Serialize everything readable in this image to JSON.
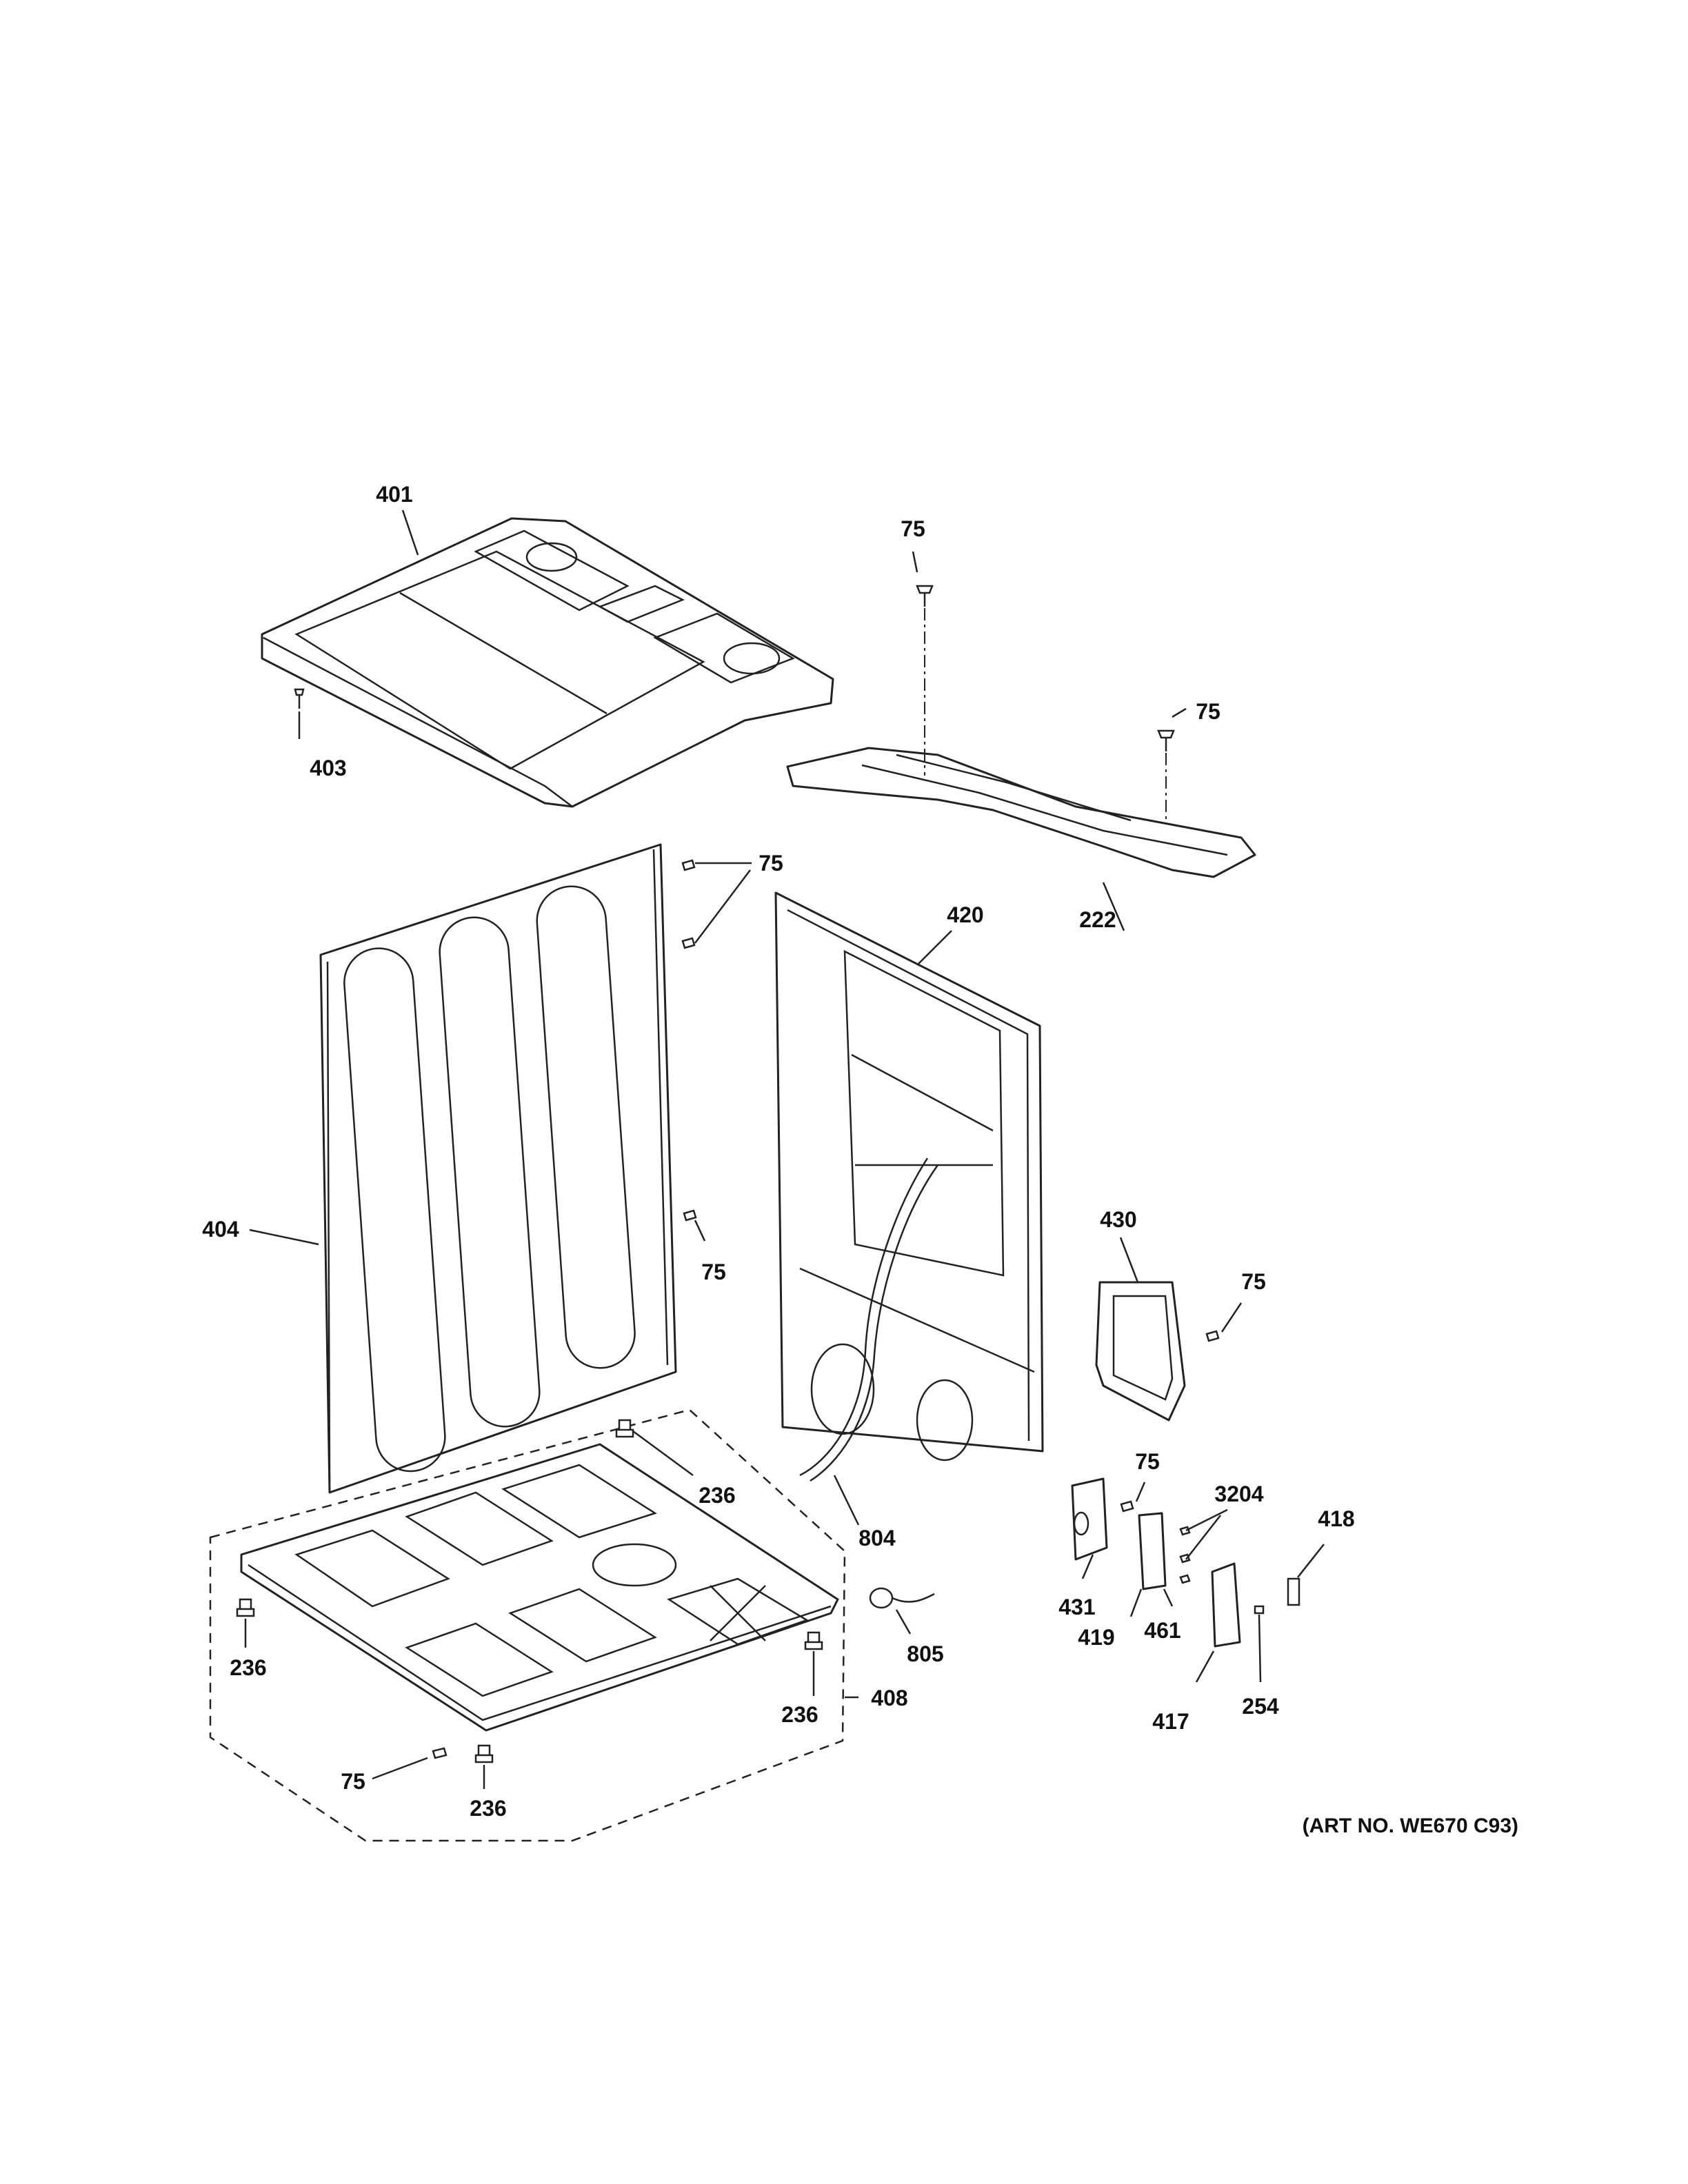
{
  "art_number": "(ART NO. WE670 C93)",
  "callouts": [
    {
      "id": "c-401",
      "text": "401"
    },
    {
      "id": "c-403",
      "text": "403"
    },
    {
      "id": "c-75-a",
      "text": "75"
    },
    {
      "id": "c-75-b",
      "text": "75"
    },
    {
      "id": "c-222",
      "text": "222"
    },
    {
      "id": "c-75-c",
      "text": "75"
    },
    {
      "id": "c-420",
      "text": "420"
    },
    {
      "id": "c-404",
      "text": "404"
    },
    {
      "id": "c-75-d",
      "text": "75"
    },
    {
      "id": "c-430",
      "text": "430"
    },
    {
      "id": "c-75-e",
      "text": "75"
    },
    {
      "id": "c-236-a",
      "text": "236"
    },
    {
      "id": "c-804",
      "text": "804"
    },
    {
      "id": "c-75-f",
      "text": "75"
    },
    {
      "id": "c-3204",
      "text": "3204"
    },
    {
      "id": "c-418",
      "text": "418"
    },
    {
      "id": "c-431",
      "text": "431"
    },
    {
      "id": "c-461",
      "text": "461"
    },
    {
      "id": "c-419",
      "text": "419"
    },
    {
      "id": "c-805",
      "text": "805"
    },
    {
      "id": "c-236-b",
      "text": "236"
    },
    {
      "id": "c-236-c",
      "text": "236"
    },
    {
      "id": "c-408",
      "text": "408"
    },
    {
      "id": "c-417",
      "text": "417"
    },
    {
      "id": "c-254",
      "text": "254"
    },
    {
      "id": "c-75-g",
      "text": "75"
    },
    {
      "id": "c-236-d",
      "text": "236"
    }
  ]
}
